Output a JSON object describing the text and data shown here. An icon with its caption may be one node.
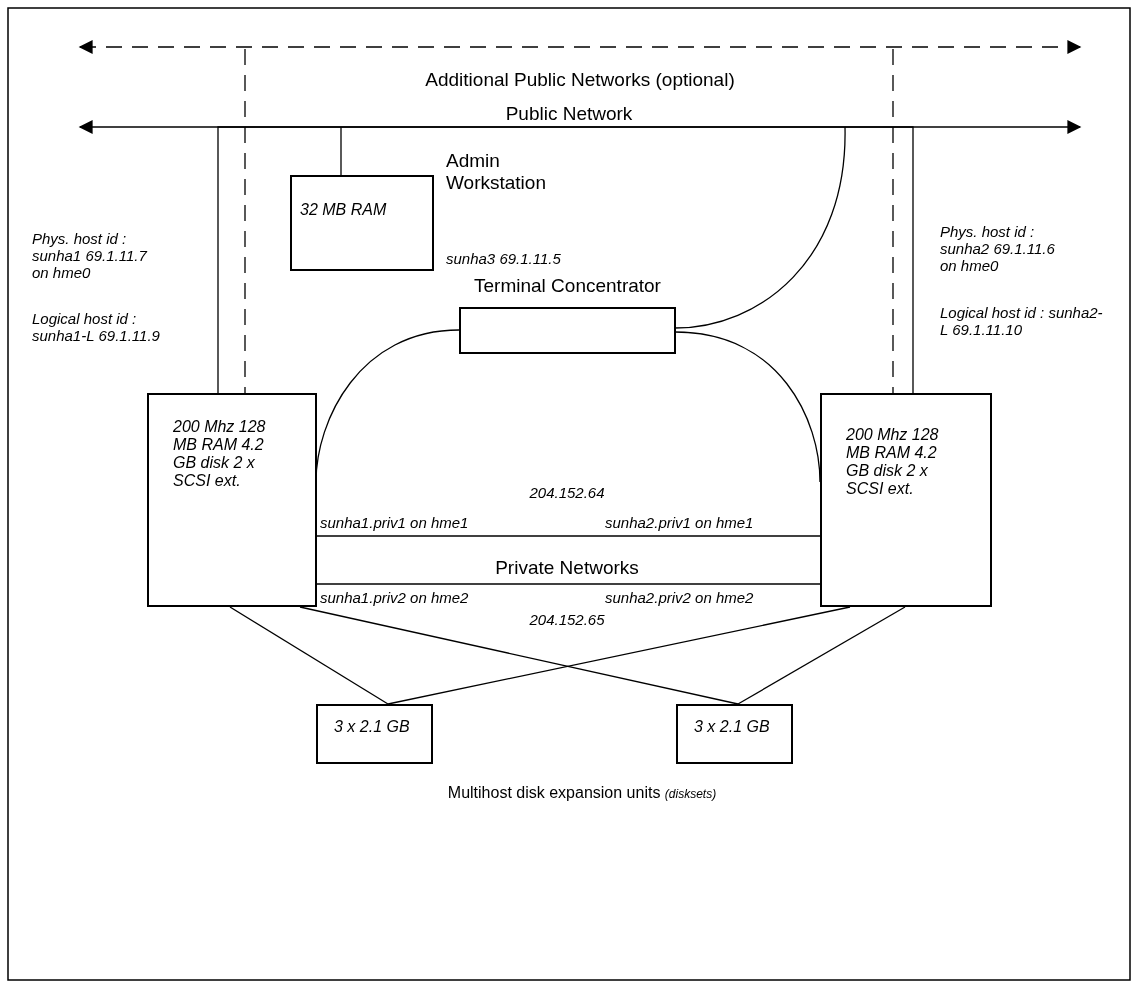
{
  "diagram": {
    "caption": "Multihost disk expansion units *(disksets)*",
    "nodes": [
      {
        "text": [
          "Additional Public Networks (optional)"
        ]
      },
      {
        "text": [
          "Public Network"
        ]
      },
      {
        "text": [
          "32 MB RAM"
        ],
        "beside": [
          "Admin Workstation",
          "sunha3 69.1.11.5"
        ]
      },
      {
        "text": [
          "Terminal Concentrator"
        ]
      },
      {
        "text": [
          "200 Mhz 128 MB RAM 4.2 GB disk 2 x SCSI ext."
        ],
        "beside": [
          "Phys. host id : sunha1 69.1.11.7 on hme0",
          "Logical host id : sunha1-L 69.1.11.9"
        ]
      },
      {
        "text": [
          "200 Mhz 128 MB RAM 4.2 GB disk 2 x SCSI ext."
        ],
        "beside": [
          "Phys. host id : sunha2 69.1.11.6 on hme0",
          "Logical host id : sunha2-L 69.1.11.10"
        ]
      },
      {
        "text": [
          "3 x 2.1 GB"
        ]
      },
      {
        "text": [
          "3 x 2.1 GB"
        ]
      }
    ],
    "edges": [
      {
        "from": 1,
        "to": 2,
        "arrow": "none"
      },
      {
        "from": 1,
        "to": 4,
        "arrow": "none"
      },
      {
        "from": 0,
        "to": 4,
        "arrow": "none",
        "style": "dashed"
      },
      {
        "from": 1,
        "to": 3,
        "arrow": "none"
      },
      {
        "from": 0,
        "to": 5,
        "arrow": "none",
        "style": "dashed"
      },
      {
        "from": 1,
        "to": 5,
        "arrow": "none"
      },
      {
        "from": 3,
        "to": 4,
        "arrow": "none"
      },
      {
        "from": 3,
        "to": 5,
        "arrow": "none"
      },
      {
        "from": 4,
        "to": 5,
        "arrow": "none"
      },
      {
        "from": 4,
        "to": 5,
        "arrow": "none"
      },
      {
        "from": 4,
        "to": 6,
        "arrow": "none"
      },
      {
        "from": 4,
        "to": 7,
        "arrow": "none"
      },
      {
        "from": 5,
        "to": 6,
        "arrow": "none"
      },
      {
        "from": 5,
        "to": 7,
        "arrow": "none"
      }
    ],
    "labels": [
      "204.152.64",
      "sunha1.priv1 on hme1",
      "sunha2.priv1 on hme1",
      "Private Networks",
      "sunha1.priv2 on hme2",
      "sunha2.priv2 on hme2",
      "204.152.65"
    ]
  }
}
